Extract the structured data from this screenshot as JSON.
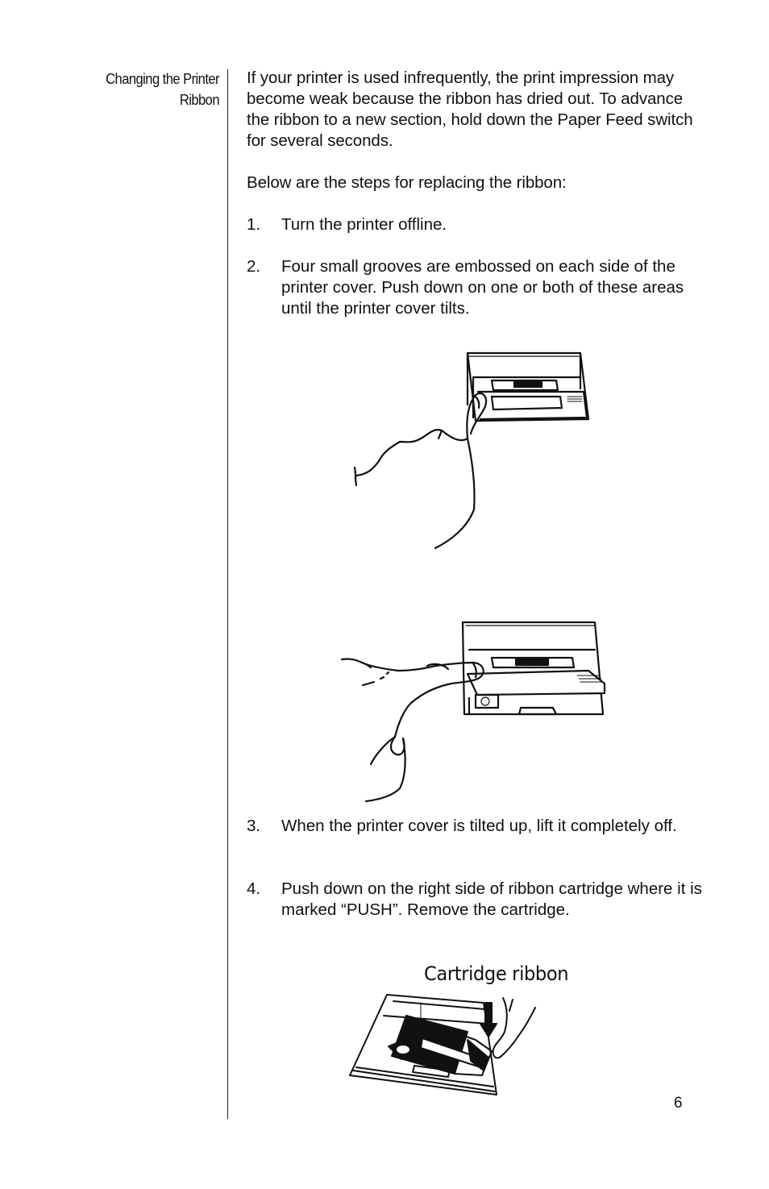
{
  "section": {
    "heading_line1": "Changing the Printer",
    "heading_line2": "Ribbon"
  },
  "intro": {
    "paragraph1": "If your printer is used infrequently, the print impression may become weak because the ribbon has dried out. To advance the ribbon to a new section, hold down the Paper Feed switch for several seconds.",
    "paragraph2": "Below are the steps for replacing the ribbon:"
  },
  "steps": [
    {
      "number": "1.",
      "text": "Turn the printer offline."
    },
    {
      "number": "2.",
      "text": "Four small grooves are embossed on each side of the printer cover. Push down on one or both of these areas until the printer cover tilts."
    },
    {
      "number": "3.",
      "text": "When the printer cover is tilted up, lift it completely off."
    },
    {
      "number": "4.",
      "text": "Push down on the right side of ribbon cartridge where it is marked “PUSH”. Remove the cartridge."
    }
  ],
  "figures": {
    "cartridge_label": "Cartridge ribbon",
    "fig1_icon": "finger-pressing-printer-cover",
    "fig2_icon": "hand-tilting-printer-cover",
    "fig3_icon": "hand-pushing-ribbon-cartridge"
  },
  "page_number": "6"
}
